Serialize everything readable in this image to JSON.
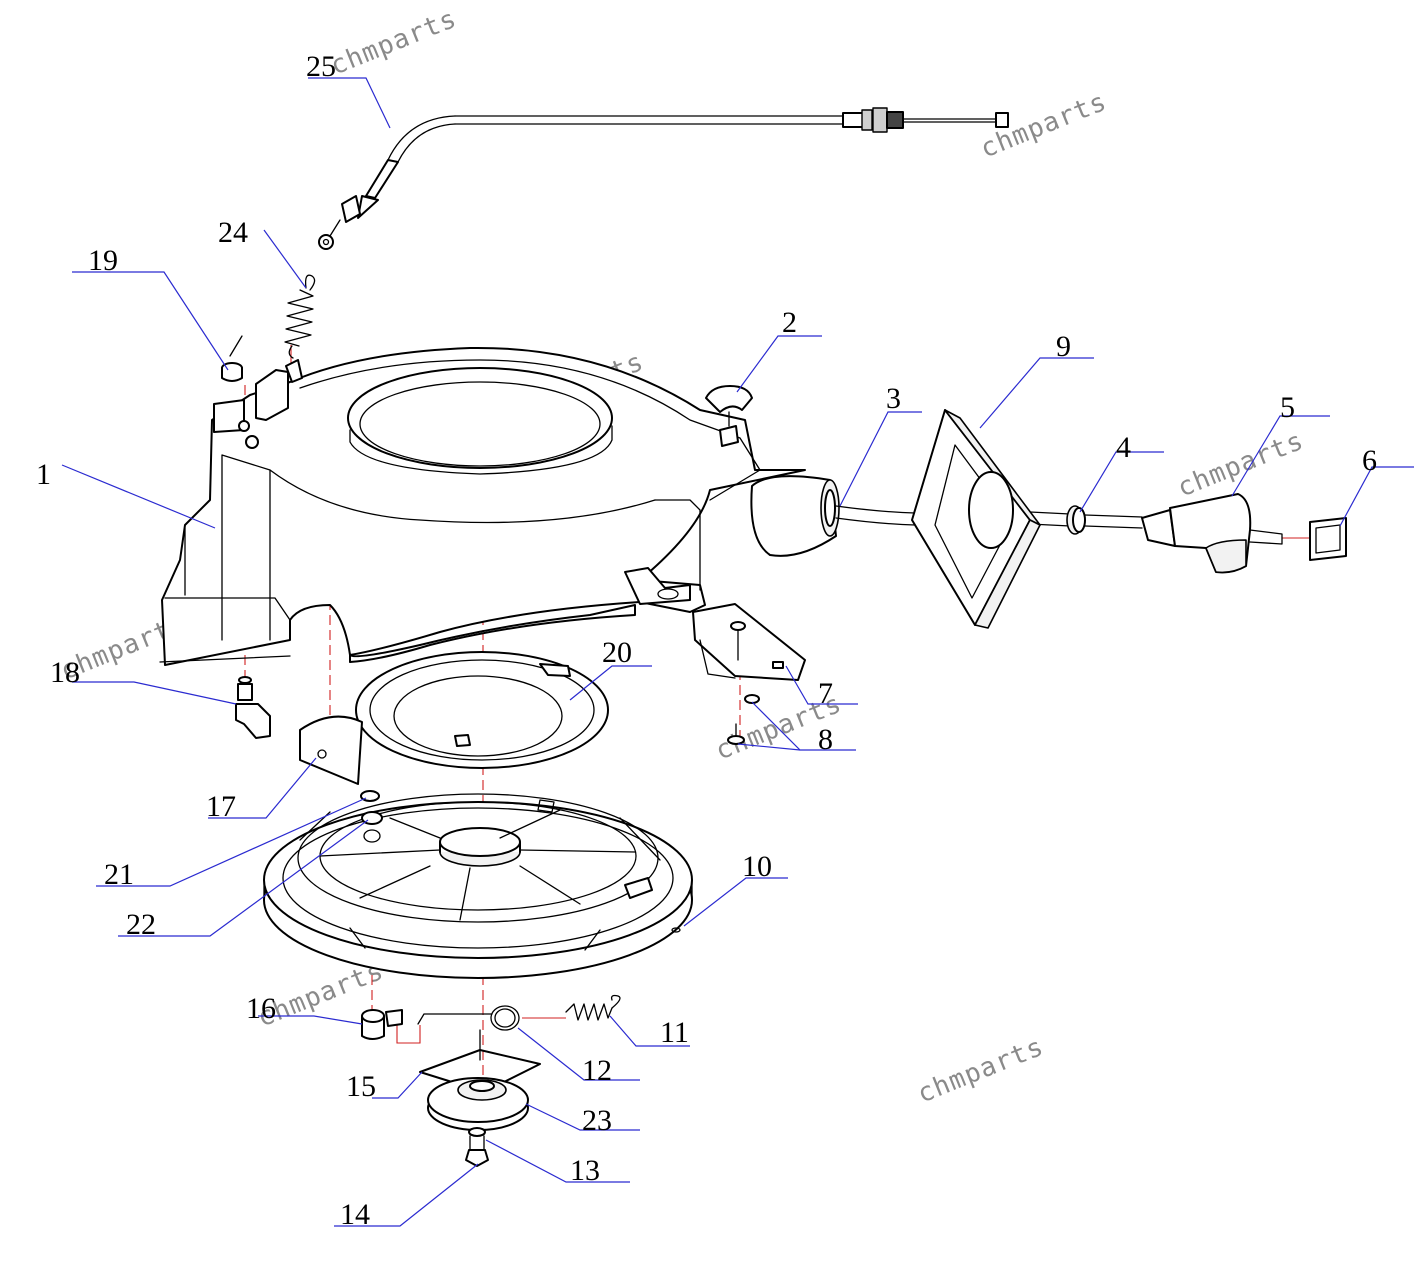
{
  "diagram": {
    "part_labels": [
      "1",
      "2",
      "3",
      "4",
      "5",
      "6",
      "7",
      "8",
      "9",
      "10",
      "11",
      "12",
      "13",
      "14",
      "15",
      "16",
      "17",
      "18",
      "19",
      "20",
      "21",
      "22",
      "23",
      "24",
      "25"
    ],
    "watermark_text": "chmparts",
    "colors": {
      "leader": "#2b2bd0",
      "axis": "#d02020",
      "ink": "#000000",
      "watermark": "#8a8a8a"
    }
  }
}
